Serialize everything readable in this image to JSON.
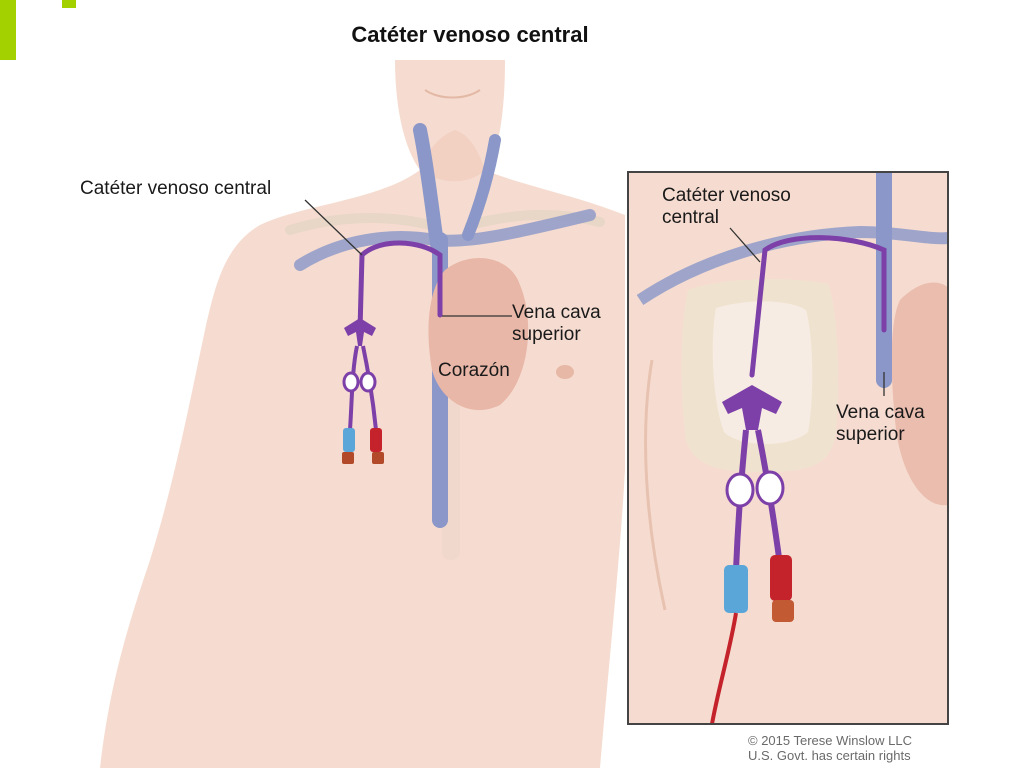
{
  "title": "Catéter venoso central",
  "labels": {
    "main_catheter": "Catéter venoso central",
    "main_vena_cava": [
      "Vena cava",
      "superior"
    ],
    "main_heart": "Corazón",
    "inset_catheter": [
      "Catéter venoso",
      "central"
    ],
    "inset_vena_cava": [
      "Vena cava",
      "superior"
    ]
  },
  "credit": [
    "© 2015 Terese Winslow LLC",
    "U.S. Govt. has certain rights"
  ],
  "colors": {
    "accent": "#a3d100",
    "skin": "#f6dcd0",
    "skin_shadow": "#eec7b6",
    "vein_blue": "#8a97c8",
    "catheter_purple": "#7d3fa8",
    "line_red": "#c4232b",
    "heart": "#e8b7a8",
    "dressing": "#efe3cf"
  }
}
